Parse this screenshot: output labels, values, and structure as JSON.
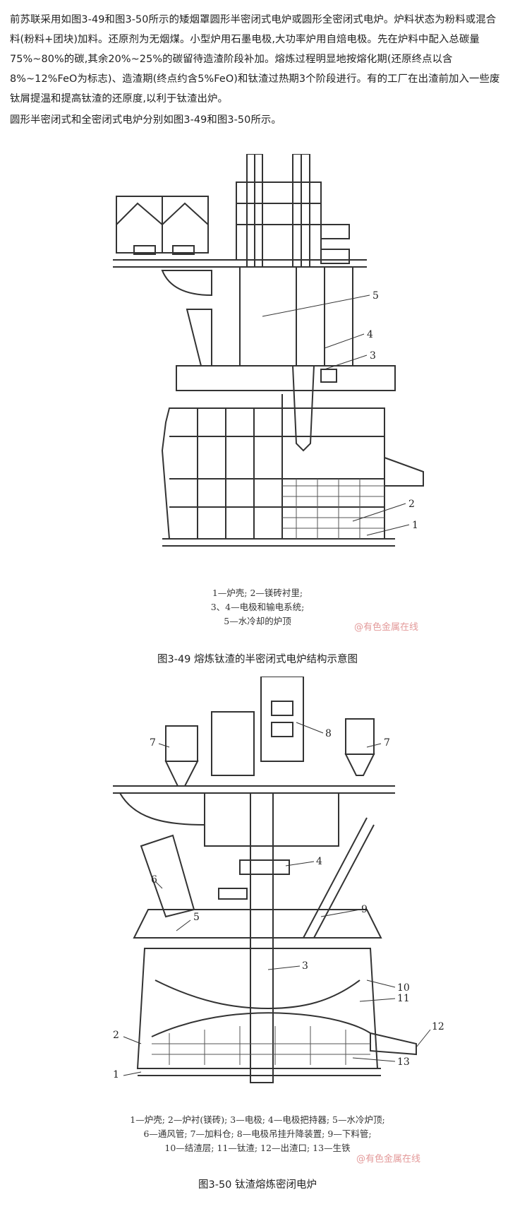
{
  "paragraphs": {
    "p1": "前苏联采用如图3-49和图3-50所示的矮烟罩圆形半密闭式电炉或圆形全密闭式电炉。炉料状态为粉料或混合料(粉料+团块)加料。还原剂为无烟煤。小型炉用石墨电极,大功率炉用自焙电极。先在炉料中配入总碳量75%~80%的碳,其余20%~25%的碳留待造渣阶段补加。熔炼过程明显地按熔化期(还原终点以含8%~12%FeO为标志)、造渣期(终点约含5%FeO)和钛渣过热期3个阶段进行。有的工厂在出渣前加入一些废钛屑提温和提高钛渣的还原度,以利于钛渣出炉。",
    "p2": "圆形半密闭式和全密闭式电炉分别如图3-49和图3-50所示。"
  },
  "figure1": {
    "caption": "图3-49 熔炼钛渣的半密闭式电炉结构示意图",
    "labels": [
      "1",
      "2",
      "3",
      "4",
      "5"
    ],
    "legend_lines": [
      "1—炉壳; 2—镁砖衬里;",
      "3、4—电极和输电系统;",
      "5—水冷却的炉顶"
    ],
    "watermark": "@有色金属在线"
  },
  "figure2": {
    "caption": "图3-50 钛渣熔炼密闭电炉",
    "labels": [
      "1",
      "2",
      "3",
      "4",
      "5",
      "6",
      "7",
      "8",
      "9",
      "10",
      "11",
      "12",
      "13"
    ],
    "legend_lines": [
      "1—炉壳; 2—炉衬(镁砖); 3—电极; 4—电极把持器; 5—水冷炉顶;",
      "6—通风管; 7—加料仓; 8—电极吊挂升降装置; 9—下料管;",
      "10—结渣层; 11—钛渣; 12—出渣口; 13—生铁"
    ],
    "watermark": "@有色金属在线"
  },
  "colors": {
    "text": "#222222",
    "watermark": "#e39a9a",
    "line": "#333333"
  }
}
